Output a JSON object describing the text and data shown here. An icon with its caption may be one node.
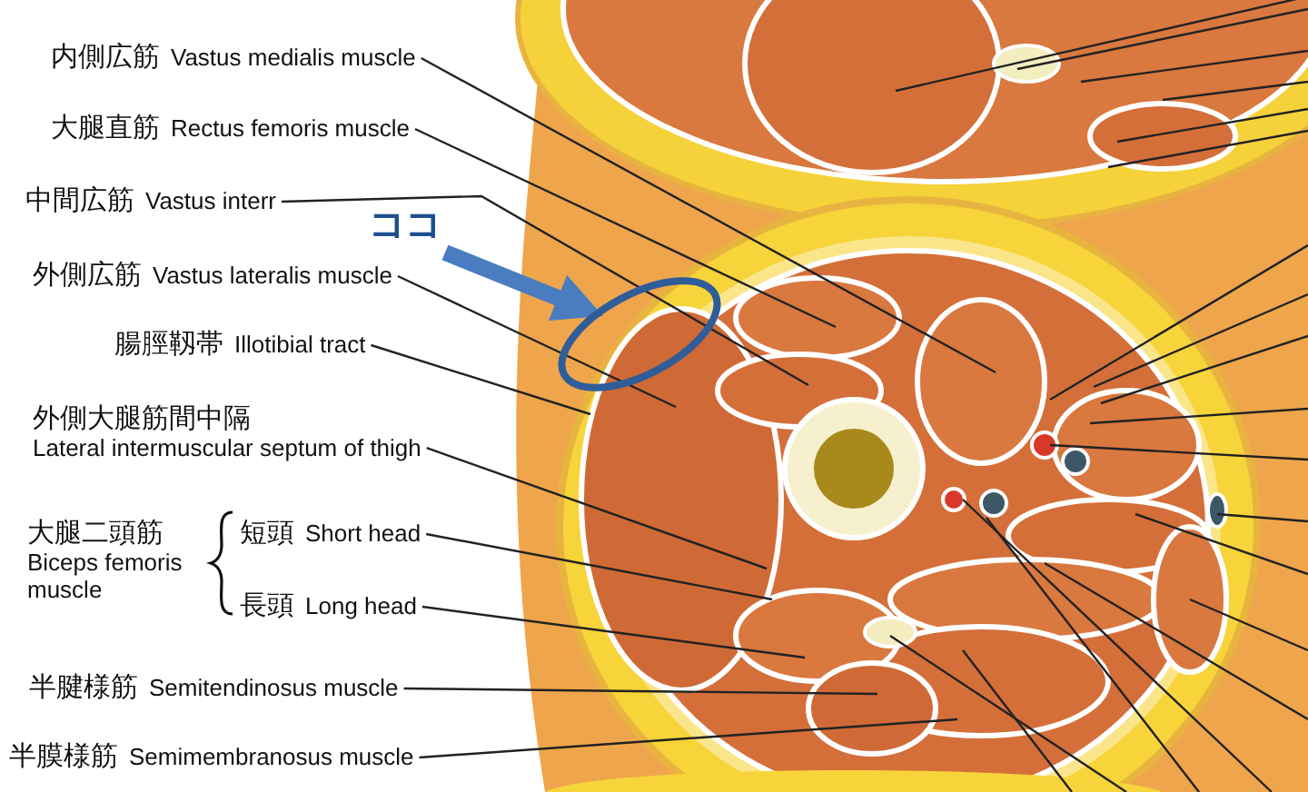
{
  "diagram": {
    "nodes": [
      {
        "text": [
          "内側広筋",
          "Vastus medialis muscle"
        ]
      },
      {
        "text": [
          "大腿直筋",
          "Rectus femoris muscle"
        ]
      },
      {
        "text": [
          "中間広筋",
          "Vastus interr"
        ]
      },
      {
        "text": [
          "ココ"
        ]
      },
      {
        "text": [
          "外側広筋",
          "Vastus lateralis muscle"
        ]
      },
      {
        "text": [
          "腸脛靱帯",
          "Illotibial tract"
        ]
      },
      {
        "text": [],
        "shape": "circle"
      },
      {
        "text": [
          "外側大腿筋間中隔",
          "Lateral intermuscular septum of thigh"
        ]
      },
      {
        "text": [
          "短頭",
          "Short head"
        ]
      },
      {
        "text": [
          "長頭",
          "Long head"
        ]
      },
      {
        "text": [
          "半腱様筋",
          "Semitendinosus muscle"
        ]
      },
      {
        "text": [
          "半膜様筋",
          "Semimembranosus muscle"
        ]
      }
    ],
    "edges": [
      {
        "from": 0,
        "to": null,
        "arrow": "none"
      },
      {
        "from": 1,
        "to": null,
        "arrow": "none"
      },
      {
        "from": 2,
        "to": null,
        "arrow": "none"
      },
      {
        "from": 3,
        "to": 6,
        "arrow": "to",
        "style": "thick",
        "color": "#4a7cc0"
      },
      {
        "from": 4,
        "to": null,
        "arrow": "none"
      },
      {
        "from": 5,
        "to": null,
        "arrow": "none"
      },
      {
        "from": 7,
        "to": null,
        "arrow": "none"
      },
      {
        "from": 8,
        "to": null,
        "arrow": "none"
      },
      {
        "from": 9,
        "to": null,
        "arrow": "none"
      },
      {
        "from": 10,
        "to": null,
        "arrow": "none"
      },
      {
        "from": 11,
        "to": null,
        "arrow": "none"
      }
    ],
    "labels": [
      "大腿二頭筋",
      "Biceps femoris muscle"
    ]
  }
}
